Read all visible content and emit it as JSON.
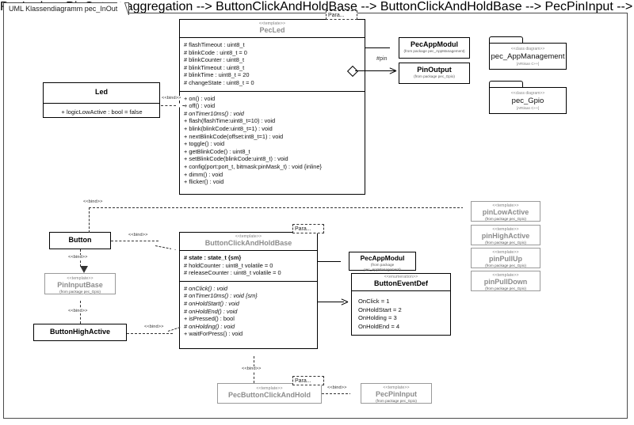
{
  "diagram": {
    "frame_label": "UML Klassendiagramm pec_InOut",
    "para_label": "Para..."
  },
  "classes": {
    "pecled": {
      "stereotype": "<<template>>",
      "name": "PecLed",
      "attributes": [
        "# flashTimeout : uint8_t",
        "# blinkCode : uint8_t = 0",
        "# blinkCounter : uint8_t",
        "# blinkTimeout : uint8_t",
        "# blinkTime : uint8_t = 20",
        "# changeState : uint8_t = 0"
      ],
      "operations": [
        "+ on() : void",
        "+ off() : void",
        "# onTimer10ms() : void",
        "+ flash(flashTime:uint8_t=10) : void",
        "+ blink(blinkCode:uint8_t=1) : void",
        "+ nextBlinkCode(offset:int8_t=1) : void",
        "+ toggle() : void",
        "+ getBlinkCode() : uint8_t",
        "+ setBlinkCode(blinkCode:uint8_t) : void",
        "+ config(port:port_t, bitmask:pinMask_t) : void {inline}",
        "+ dimm() : void",
        "+ flicker() : void"
      ]
    },
    "led": {
      "name": "Led",
      "attributes": [
        "+ logicLowActive : bool = false"
      ]
    },
    "pecappmodul_top": {
      "name": "PecAppModul",
      "from": "(from package pec_AppManagement)"
    },
    "pinoutput": {
      "name": "PinOutput",
      "from": "(from package pec_Gpio)"
    },
    "buttonclickandholdbase": {
      "stereotype": "<<template>>",
      "name": "ButtonClickAndHoldBase",
      "attributes": [
        "# state : state_t {sm}",
        "# holdCounter : uint8_t volatile = 0",
        "# releaseCounter : uint8_t volatile = 0"
      ],
      "operations": [
        "# onClick() : void",
        "# onTimer10ms() : void {sm}",
        "# onHoldStart() : void",
        "# onHoldEnd() : void",
        "+ isPressed() : bool",
        "# onHolding() : void",
        "+ waitForPress() : void"
      ]
    },
    "button": {
      "name": "Button"
    },
    "pininputbase": {
      "stereotype": "<<template>>",
      "name": "PinInputBase",
      "from": "(from package pec_Gpio)"
    },
    "buttonhighactive": {
      "name": "ButtonHighActive"
    },
    "pecappmodul_mid": {
      "name": "PecAppModul",
      "from": "(from package pec_AppManagement)"
    },
    "buttoneventdef": {
      "stereotype": "<<enumeration>>",
      "name": "ButtonEventDef",
      "literals": [
        "OnClick = 1",
        "OnHoldStart = 2",
        "OnHolding = 3",
        "OnHoldEnd = 4"
      ]
    },
    "pinlowactive": {
      "stereotype": "<<template>>",
      "name": "pinLowActive",
      "from": "(from package pec_Gpio)"
    },
    "pinhighactive": {
      "stereotype": "<<template>>",
      "name": "pinHighActive",
      "from": "(from package pec_Gpio)"
    },
    "pinpullup": {
      "stereotype": "<<template>>",
      "name": "pinPullUp",
      "from": "(from package pec_Gpio)"
    },
    "pinpulldown": {
      "stereotype": "<<template>>",
      "name": "pinPullDown",
      "from": "(from package pec_Gpio)"
    },
    "pecbuttonclickandhold": {
      "stereotype": "<<template>>",
      "name": "PecButtonClickAndHold"
    },
    "pecpininput": {
      "stereotype": "<<template>>",
      "name": "PecPinInput",
      "from": "(from package pec_Gpio)"
    }
  },
  "packages": {
    "appmanagement": {
      "stereotype": "<<class diagram>>",
      "name": "pec_AppManagement",
      "language": "[ARtisan C++]"
    },
    "gpio": {
      "stereotype": "<<class diagram>>",
      "name": "pec_Gpio",
      "language": "[ARtisan C++]"
    }
  },
  "relations": {
    "bind": "<<bind>>",
    "pin_role": "#pin"
  }
}
